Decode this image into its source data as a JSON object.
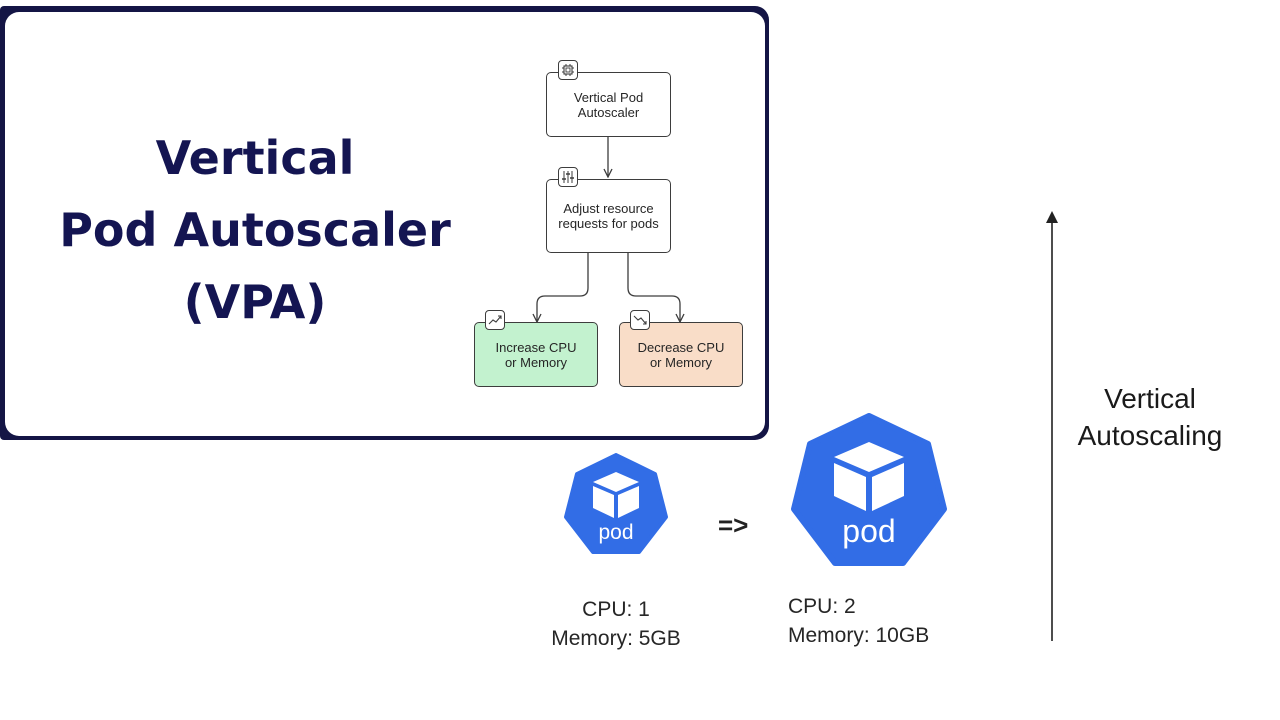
{
  "card": {
    "title_lines": [
      "Vertical",
      "Pod Autoscaler",
      "(VPA)"
    ]
  },
  "flowchart": {
    "nodes": {
      "vpa": {
        "label": "Vertical Pod Autoscaler",
        "icon": "chip-icon"
      },
      "adjust": {
        "label": "Adjust resource requests for pods",
        "icon": "sliders-icon"
      },
      "increase": {
        "label": "Increase CPU or Memory",
        "icon": "trend-up-icon",
        "color": "#c3f2cf"
      },
      "decrease": {
        "label": "Decrease CPU or Memory",
        "icon": "trend-down-icon",
        "color": "#f9ddc8"
      }
    }
  },
  "pods": {
    "before": {
      "label": "pod",
      "cpu": "CPU: 1",
      "memory": "Memory: 5GB"
    },
    "after": {
      "label": "pod",
      "cpu": "CPU: 2",
      "memory": "Memory: 10GB"
    },
    "transition": "=>",
    "color": "#326de6"
  },
  "axis_label": "Vertical Autoscaling"
}
